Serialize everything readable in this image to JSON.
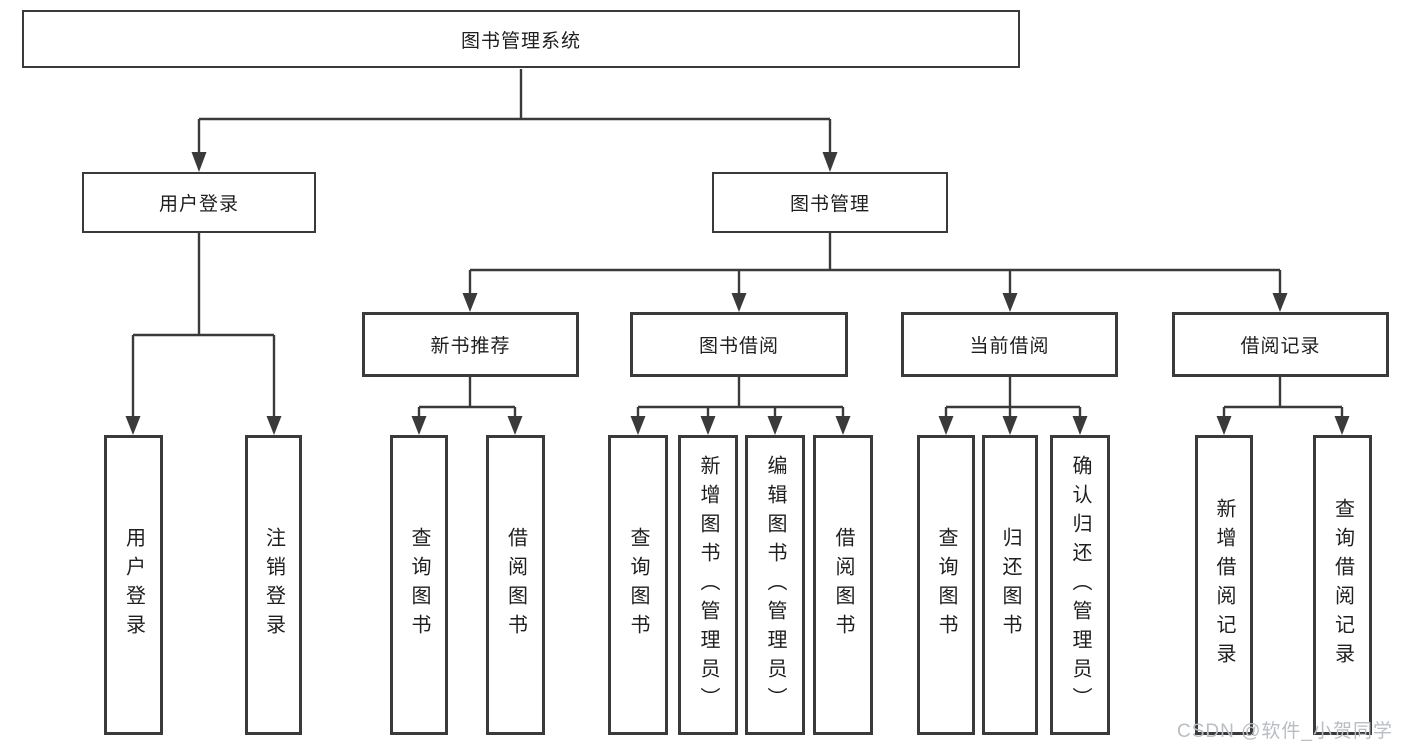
{
  "root": {
    "label": "图书管理系统",
    "children": [
      {
        "label": "用户登录",
        "children": [
          {
            "label": "用户登录"
          },
          {
            "label": "注销登录"
          }
        ]
      },
      {
        "label": "图书管理",
        "children": [
          {
            "label": "新书推荐",
            "children": [
              {
                "label": "查询图书"
              },
              {
                "label": "借阅图书"
              }
            ]
          },
          {
            "label": "图书借阅",
            "children": [
              {
                "label": "查询图书"
              },
              {
                "label": "新增图书（管理员）"
              },
              {
                "label": "编辑图书（管理员）"
              },
              {
                "label": "借阅图书"
              }
            ]
          },
          {
            "label": "当前借阅",
            "children": [
              {
                "label": "查询图书"
              },
              {
                "label": "归还图书"
              },
              {
                "label": "确认归还（管理员）"
              }
            ]
          },
          {
            "label": "借阅记录",
            "children": [
              {
                "label": "新增借阅记录"
              },
              {
                "label": "查询借阅记录"
              }
            ]
          }
        ]
      }
    ]
  },
  "watermark": "CSDN @软件_小贺同学",
  "colors": {
    "line": "#3a3a3a",
    "text": "#1f1f1f",
    "watermark": "#b9bdc4",
    "background": "#ffffff"
  }
}
